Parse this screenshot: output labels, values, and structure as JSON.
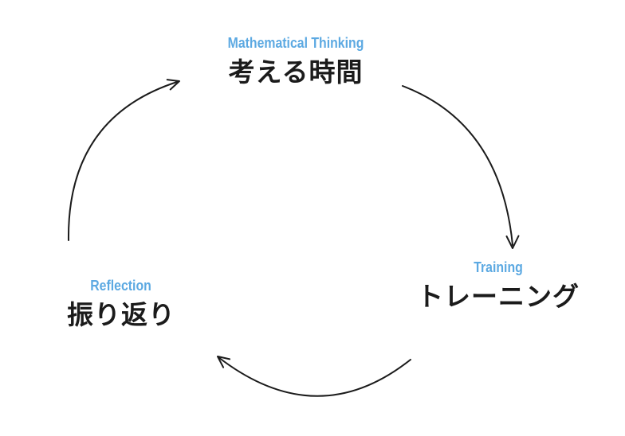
{
  "page": {
    "background": "#ffffff"
  },
  "diagram": {
    "type": "cycle",
    "nodes": [
      {
        "id": "mathematical-thinking",
        "label_en": "Mathematical Thinking",
        "label_ja": "考える時間"
      },
      {
        "id": "training",
        "label_en": "Training",
        "label_ja": "トレーニング"
      },
      {
        "id": "reflection",
        "label_en": "Reflection",
        "label_ja": "振り返り"
      }
    ],
    "arrows": [
      {
        "from": "mathematical-thinking",
        "to": "training",
        "direction": "clockwise"
      },
      {
        "from": "training",
        "to": "reflection",
        "direction": "clockwise"
      },
      {
        "from": "reflection",
        "to": "mathematical-thinking",
        "direction": "clockwise"
      }
    ],
    "colors": {
      "label_accent": "#5CA9E2",
      "text": "#1b1b1b",
      "arrow": "#1b1b1b"
    }
  }
}
